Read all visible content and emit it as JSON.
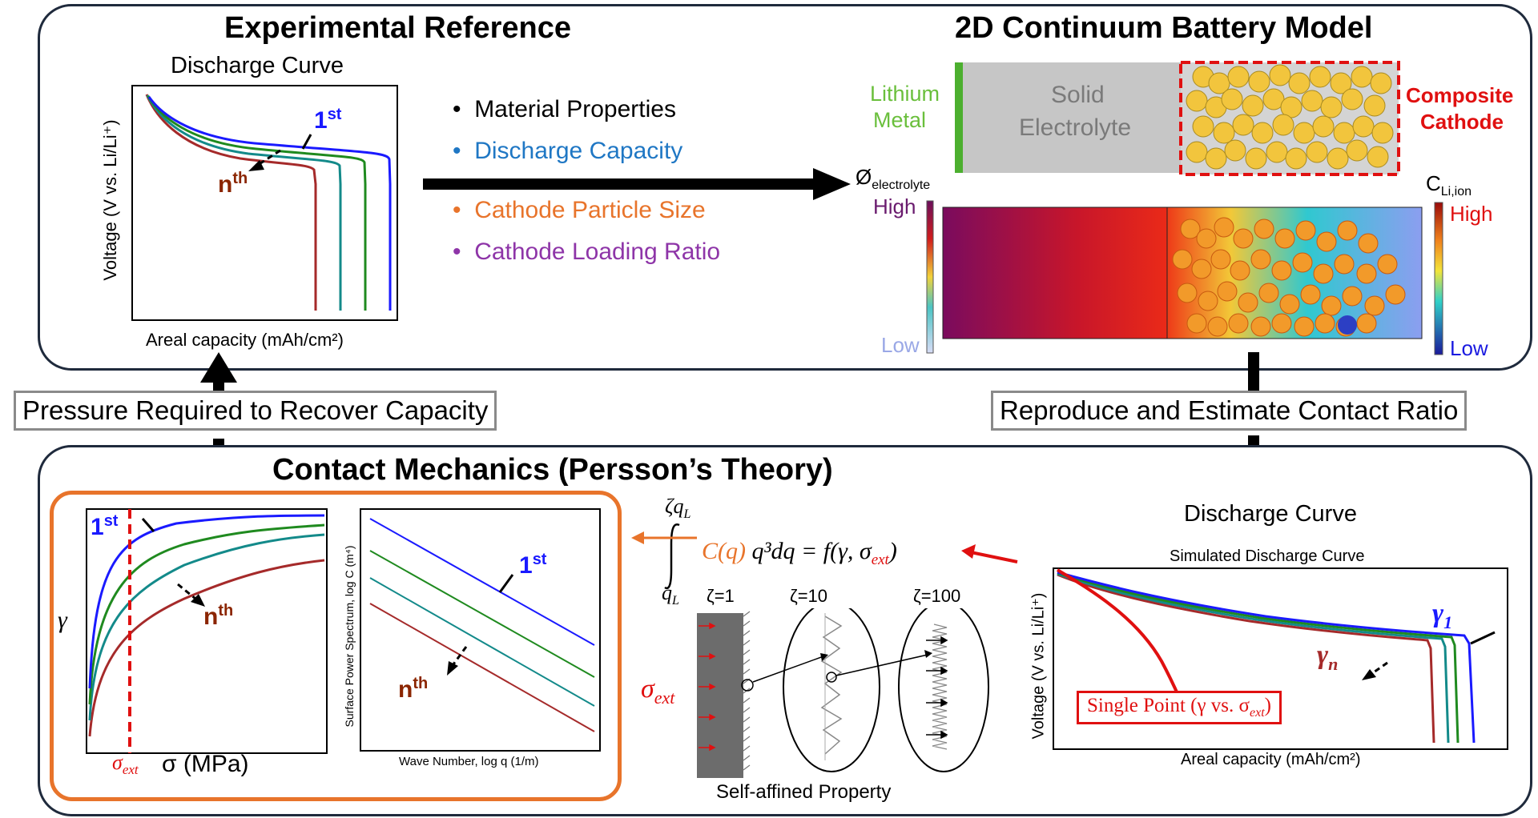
{
  "top": {
    "title_left": "Experimental Reference",
    "title_right": "2D Continuum Battery Model",
    "exp_chart_title": "Discharge Curve",
    "exp_ylabel": "Voltage (V vs. Li/Li⁺)",
    "exp_xlabel": "Areal capacity (mAh/cm²)",
    "first_main": "1",
    "first_sup": "st",
    "nth_main": "n",
    "nth_sup": "th",
    "bullets": [
      {
        "text": "Material Properties",
        "color": "#000000"
      },
      {
        "text": "Discharge Capacity",
        "color": "#1f77c4"
      },
      {
        "text": "Cathode Particle Size",
        "color": "#e8742b"
      },
      {
        "text": "Cathode Loading Ratio",
        "color": "#8e35a8"
      }
    ],
    "lithium_label_1": "Lithium",
    "lithium_label_2": "Metal",
    "solid_label_1": "Solid",
    "solid_label_2": "Electrolyte",
    "composite_label_1": "Composite",
    "composite_label_2": "Cathode",
    "phi_symbol": "Ø",
    "phi_sub": "electrolyte",
    "phi_high": "High",
    "phi_low": "Low",
    "c_symbol": "C",
    "c_sub": "Li,ion",
    "c_high": "High",
    "c_low": "Low"
  },
  "connectors": {
    "left_box": "Pressure Required to Recover Capacity",
    "right_box": "Reproduce and Estimate Contact Ratio"
  },
  "bottom": {
    "title": "Contact Mechanics (Persson’s Theory)",
    "gamma_axis": "γ",
    "sigma_ext_main": "σ",
    "sigma_ext_sub": "ext",
    "sigma_axis": "σ (MPa)",
    "psd_ylabel": "Surface Power Spectrum, log C (m⁴)",
    "psd_xlabel": "Wave Number, log q (1/m)",
    "eq_upper": "ζq",
    "eq_upper_sub": "L",
    "eq_lower": "q",
    "eq_lower_sub": "L",
    "eq_c": "C(q)",
    "eq_rest": "q³dq = f(γ, σ",
    "eq_rest_sub": "ext",
    "eq_close": ")",
    "zeta1": "ζ=1",
    "zeta10": "ζ=10",
    "zeta100": "ζ=100",
    "sigma_big_main": "σ",
    "sigma_big_sub": "ext",
    "self_affined": "Self-affined Property",
    "discharge_title": "Discharge Curve",
    "sim_title": "Simulated Discharge Curve",
    "sim_ylabel": "Voltage (V vs. Li/Li⁺)",
    "sim_xlabel": "Areal capacity (mAh/cm²)",
    "gamma1_main": "γ",
    "gamma1_sub": "1",
    "gamman_main": "γ",
    "gamman_sub": "n",
    "single_point": "Single Point (γ vs. σ",
    "single_point_sub": "ext",
    "single_point_close": ")"
  },
  "colors": {
    "curve_1": "#1a1aff",
    "curve_2": "#1f8a1f",
    "curve_3": "#138a8a",
    "curve_n": "#a52a2a",
    "orange": "#e8742b",
    "red": "#e01010",
    "frame": "#1f2a3c"
  }
}
